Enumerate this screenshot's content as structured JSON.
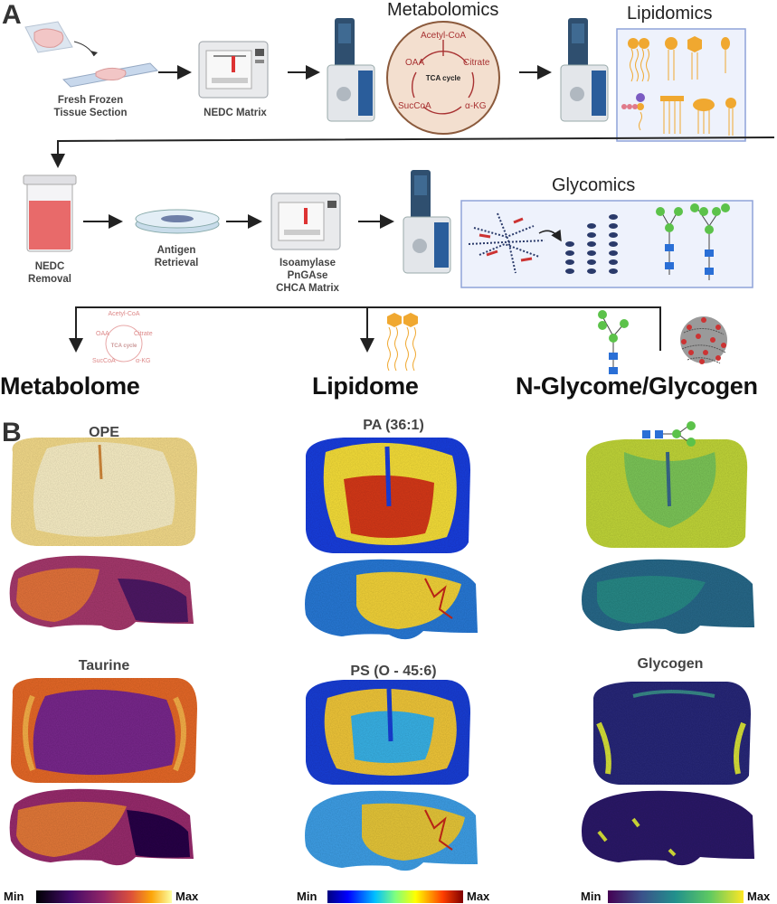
{
  "panels": {
    "a": "A",
    "b": "B"
  },
  "workflow": {
    "tissue_label": [
      "Fresh Frozen",
      "Tissue Section"
    ],
    "nedc_matrix": "NEDC Matrix",
    "metabolomics_title": "Metabolomics",
    "lipidomics_title": "Lipidomics",
    "glycomics_title": "Glycomics",
    "nedc_removal": [
      "NEDC",
      "Removal"
    ],
    "antigen_retrieval": [
      "Antigen",
      "Retrieval"
    ],
    "enzyme_matrix": [
      "Isoamylase",
      "PnGAse",
      "CHCA Matrix"
    ],
    "tca": {
      "center": "TCA cycle",
      "acetyl_coa": "Acetyl-CoA",
      "oaa": "OAA",
      "citrate": "Citrate",
      "succoa": "SucCoA",
      "akg": "α-KG"
    }
  },
  "outcomes": {
    "metabolome": "Metabolome",
    "lipidome": "Lipidome",
    "glycome": "N-Glycome/Glycogen"
  },
  "maps": {
    "col1_top": "OPE",
    "col1_bottom": "Taurine",
    "col2_top": "PA (36:1)",
    "col2_bottom": "PS (O - 45:6)",
    "col3_bottom": "Glycogen"
  },
  "colorbar": {
    "min": "Min",
    "max": "Max"
  },
  "colors": {
    "arrow": "#222222",
    "box_border": "#8fa3d9",
    "box_fill": "#eef2fc",
    "tca_fill": "#f3dfcf",
    "tca_text": "#a83232",
    "lipid": "#f0a830",
    "glycan_blue": "#2a6fd6",
    "glycan_green": "#5cc24a"
  }
}
